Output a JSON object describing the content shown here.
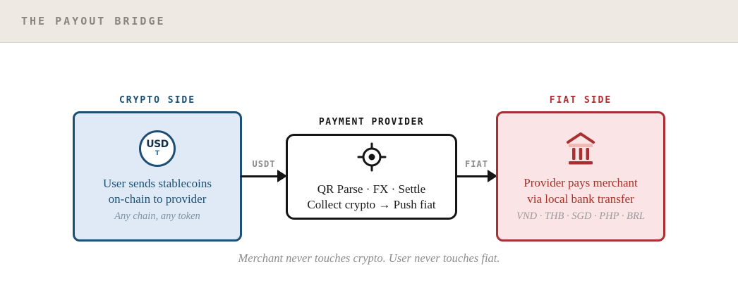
{
  "header": {
    "title": "THE PAYOUT BRIDGE"
  },
  "diagram": {
    "crypto": {
      "label": "CRYPTO SIDE",
      "coin_text": "USD",
      "coin_sub": "T",
      "line1": "User sends stablecoins",
      "line2": "on-chain to provider",
      "note": "Any chain, any token"
    },
    "provider": {
      "label": "PAYMENT PROVIDER",
      "line1": "QR Parse · FX · Settle",
      "line2": "Collect crypto → Push fiat"
    },
    "fiat": {
      "label": "FIAT SIDE",
      "line1": "Provider pays merchant",
      "line2": "via local bank transfer",
      "note": "VND · THB · SGD · PHP · BRL"
    },
    "arrows": {
      "usdt_label": "USDT",
      "fiat_label": "FIAT"
    },
    "caption": "Merchant never touches crypto. User never touches fiat."
  },
  "colors": {
    "header_bg": "#eeeae3",
    "header_text": "#8a857d",
    "crypto_border": "#1d4e74",
    "crypto_bg": "#e0eaf6",
    "crypto_text": "#1b4f72",
    "provider_border": "#151515",
    "fiat_border": "#a93030",
    "fiat_bg": "#fae4e6",
    "fiat_text": "#a93226",
    "muted_gray": "#8d8d8d"
  }
}
